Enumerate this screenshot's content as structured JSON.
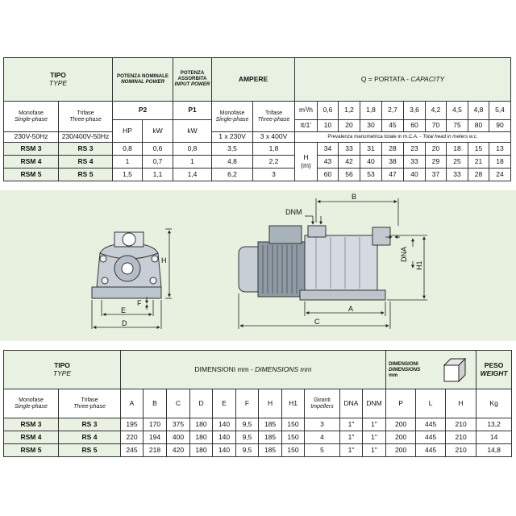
{
  "table1": {
    "tipo": "TIPO",
    "type": "TYPE",
    "potenza_nominale": "POTENZA NOMINALE",
    "nominal_power": "NOMINAL POWER",
    "potenza_assorbita": "POTENZA ASSORBITA",
    "input_power": "INPUT POWER",
    "ampere": "AMPERE",
    "q_portata": "Q = PORTATA - ",
    "capacity": "CAPACITY",
    "monofase": "Monofase",
    "single_phase": "Single-phase",
    "trifase": "Trifase",
    "three_phase": "Three-phase",
    "p2": "P2",
    "p1": "P1",
    "m3h": "m³/h",
    "lt1": "lt/1'",
    "m3h_values": [
      "0,6",
      "1,2",
      "1,8",
      "2,7",
      "3,6",
      "4,2",
      "4,5",
      "4,8",
      "5,4"
    ],
    "lt_values": [
      "10",
      "20",
      "30",
      "45",
      "60",
      "70",
      "75",
      "80",
      "90"
    ],
    "v_single": "230V-50Hz",
    "v_three": "230/400V-50Hz",
    "hp": "HP",
    "kw": "kW",
    "kw2": "kW",
    "amp_single": "1 x 230V",
    "amp_three": "3 x 400V",
    "prevalenza": "Prevalenza manometrica totale in m.C.A. - ",
    "total_head": "Total head in meters w.c.",
    "h_label": "H",
    "m_label": "(m)",
    "rows": [
      {
        "mono": "RSM 3",
        "tri": "RS 3",
        "hp": "0,8",
        "kw": "0,6",
        "p1": "0,8",
        "a1": "3,5",
        "a3": "1,8",
        "head": [
          "34",
          "33",
          "31",
          "28",
          "23",
          "20",
          "18",
          "15",
          "13"
        ]
      },
      {
        "mono": "RSM 4",
        "tri": "RS 4",
        "hp": "1",
        "kw": "0,7",
        "p1": "1",
        "a1": "4,8",
        "a3": "2,2",
        "head": [
          "43",
          "42",
          "40",
          "38",
          "33",
          "29",
          "25",
          "21",
          "18"
        ]
      },
      {
        "mono": "RSM 5",
        "tri": "RS 5",
        "hp": "1,5",
        "kw": "1,1",
        "p1": "1,4",
        "a1": "6,2",
        "a3": "3",
        "head": [
          "60",
          "56",
          "53",
          "47",
          "40",
          "37",
          "33",
          "28",
          "24"
        ]
      }
    ]
  },
  "drawing": {
    "labels": {
      "dnm": "DNM",
      "b": "B",
      "dna": "DNA",
      "h1": "H1",
      "h": "H",
      "a": "A",
      "c": "C",
      "e": "E",
      "f": "F",
      "d": "D"
    }
  },
  "table2": {
    "tipo": "TIPO",
    "type": "TYPE",
    "dimensioni": "DIMENSIONI mm - ",
    "dimensions": "DIMENSIONS mm",
    "dim_box1": "DIMENSIONI",
    "dim_box2": "DIMENSIONS",
    "dim_box3": "mm",
    "peso": "PESO",
    "weight": "WEIGHT",
    "monofase": "Monofase",
    "single_phase": "Single-phase",
    "trifase": "Trifase",
    "three_phase": "Three-phase",
    "cols": [
      "A",
      "B",
      "C",
      "D",
      "E",
      "F",
      "H",
      "H1"
    ],
    "giranti": "Giranti",
    "impellers": "Impellers",
    "dna": "DNA",
    "dnm": "DNM",
    "p": "P",
    "l": "L",
    "h": "H",
    "kg": "Kg",
    "rows": [
      {
        "mono": "RSM 3",
        "tri": "RS 3",
        "dims": [
          "195",
          "170",
          "375",
          "180",
          "140",
          "9,5",
          "185",
          "150"
        ],
        "gir": "3",
        "dna": "1\"",
        "dnm": "1\"",
        "p": "200",
        "l": "445",
        "h": "210",
        "kg": "13,2"
      },
      {
        "mono": "RSM 4",
        "tri": "RS 4",
        "dims": [
          "220",
          "194",
          "400",
          "180",
          "140",
          "9,5",
          "185",
          "150"
        ],
        "gir": "4",
        "dna": "1\"",
        "dnm": "1\"",
        "p": "200",
        "l": "445",
        "h": "210",
        "kg": "14"
      },
      {
        "mono": "RSM 5",
        "tri": "RS 5",
        "dims": [
          "245",
          "218",
          "420",
          "180",
          "140",
          "9,5",
          "185",
          "150"
        ],
        "gir": "5",
        "dna": "1\"",
        "dnm": "1\"",
        "p": "200",
        "l": "445",
        "h": "210",
        "kg": "14,8"
      }
    ]
  }
}
